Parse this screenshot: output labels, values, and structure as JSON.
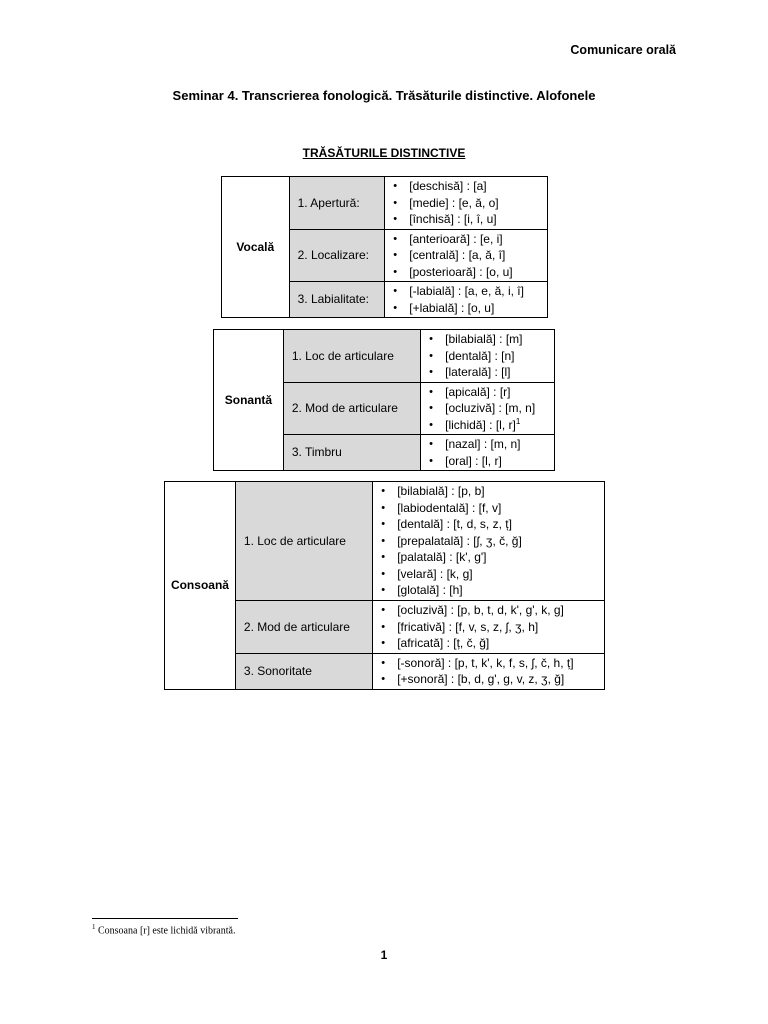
{
  "header": {
    "course": "Comunicare orală"
  },
  "title": "Seminar 4. Transcrierea fonologică. Trăsăturile distinctive. Alofonele",
  "section_heading": "TRĂSĂTURILE DISTINCTIVE",
  "tables": [
    {
      "category": "Vocală",
      "rows": [
        {
          "feature": "1. Apertură:",
          "values": [
            "[deschisă] : [a]",
            "[medie] : [e, ă, o]",
            "[închisă] : [i, î, u]"
          ]
        },
        {
          "feature": "2. Localizare:",
          "values": [
            "[anterioară] : [e, i]",
            "[centrală] : [a, ă, î]",
            "[posterioară] : [o, u]"
          ]
        },
        {
          "feature": "3. Labialitate:",
          "values": [
            "[-labială] : [a, e, ă, i, î]",
            "[+labială] : [o, u]"
          ]
        }
      ]
    },
    {
      "category": "Sonantă",
      "rows": [
        {
          "feature": "1. Loc de articulare",
          "values": [
            "[bilabială] : [m]",
            "[dentală] : [n]",
            "[laterală] : [l]"
          ]
        },
        {
          "feature": "2. Mod de articulare",
          "values": [
            "[apicală] : [r]",
            "[ocluzivă] : [m, n]",
            "[lichidă] : [l, r]"
          ],
          "footnote_ref": "1"
        },
        {
          "feature": "3. Timbru",
          "values": [
            "[nazal] : [m, n]",
            "[oral] : [l, r]"
          ]
        }
      ]
    },
    {
      "category": "Consoană",
      "rows": [
        {
          "feature": "1. Loc de articulare",
          "values": [
            "[bilabială] : [p, b]",
            "[labiodentală] : [f, v]",
            "[dentală] : [t, d, s, z, ț]",
            "[prepalatală] : [ʃ, ʒ, č, ğ]",
            "[palatală] : [k', g']",
            "[velară] : [k, g]",
            "[glotală] : [h]"
          ]
        },
        {
          "feature": "2. Mod de articulare",
          "values": [
            "[ocluzivă] : [p, b, t, d, k', g', k, g]",
            "[fricativă] : [f, v, s, z, ʃ, ʒ, h]",
            "[africată] : [ț, č, ğ]"
          ]
        },
        {
          "feature": "3. Sonoritate",
          "values": [
            "[-sonoră] : [p, t, k', k, f, s, ʃ, č, h, ț]",
            "[+sonoră] : [b, d, g', g, v, z, ʒ, ğ]"
          ]
        }
      ]
    }
  ],
  "footnote": {
    "marker": "1",
    "text": "Consoana [r] este lichidă vibrantă."
  },
  "page_number": "1"
}
